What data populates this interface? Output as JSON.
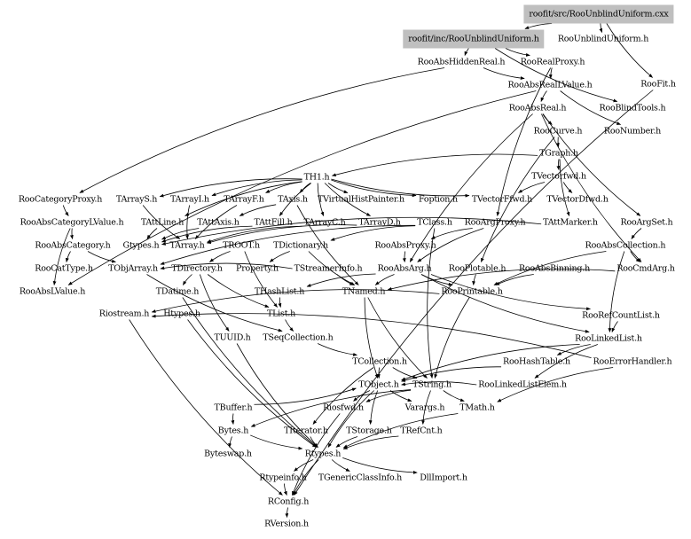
{
  "graph": {
    "roots": [
      "roofit/src/RooUnblindUniform.cxx",
      "roofit/inc/RooUnblindUniform.h"
    ],
    "root_fill": "#bfbfbf",
    "edge_color": "#000000",
    "nodes": [
      "roofit/src/RooUnblindUniform.cxx",
      "roofit/inc/RooUnblindUniform.h",
      "RooUnblindUniform.h",
      "RooAbsHiddenReal.h",
      "RooRealProxy.h",
      "RooFit.h",
      "RooAbsRealLValue.h",
      "RooAbsReal.h",
      "RooBlindTools.h",
      "RooCurve.h",
      "RooNumber.h",
      "TGraph.h",
      "TH1.h",
      "TVectorfwd.h",
      "RooCategoryProxy.h",
      "TArrayS.h",
      "TArrayI.h",
      "TArrayF.h",
      "TAxis.h",
      "TVirtualHistPainter.h",
      "Foption.h",
      "TVectorFfwd.h",
      "TVectorDfwd.h",
      "RooAbsCategoryLValue.h",
      "TAttLine.h",
      "TAttAxis.h",
      "TAttFill.h",
      "TArrayC.h",
      "TArrayD.h",
      "TClass.h",
      "RooArgProxy.h",
      "TAttMarker.h",
      "RooArgSet.h",
      "RooAbsCategory.h",
      "Gtypes.h",
      "TArray.h",
      "TROOT.h",
      "TDictionary.h",
      "RooAbsProxy.h",
      "RooAbsCollection.h",
      "RooCatType.h",
      "TObjArray.h",
      "TDirectory.h",
      "Property.h",
      "TStreamerInfo.h",
      "RooAbsArg.h",
      "RooPlotable.h",
      "RooAbsBinning.h",
      "RooCmdArg.h",
      "RooAbsLValue.h",
      "TDatime.h",
      "THashList.h",
      "TNamed.h",
      "RooPrintable.h",
      "Riostream.h",
      "Htypes.h",
      "TList.h",
      "RooRefCountList.h",
      "TUUID.h",
      "TSeqCollection.h",
      "RooLinkedList.h",
      "TCollection.h",
      "RooHashTable.h",
      "RooErrorHandler.h",
      "TObject.h",
      "TString.h",
      "RooLinkedListElem.h",
      "TBuffer.h",
      "Riosfwd.h",
      "Varargs.h",
      "TMath.h",
      "Bytes.h",
      "TIterator.h",
      "TStorage.h",
      "TRefCnt.h",
      "Byteswap.h",
      "Rtypes.h",
      "Rtypeinfo.h",
      "TGenericClassInfo.h",
      "DllImport.h",
      "RConfig.h",
      "RVersion.h"
    ],
    "edges": [
      [
        "roofit/src/RooUnblindUniform.cxx",
        "roofit/inc/RooUnblindUniform.h"
      ],
      [
        "roofit/src/RooUnblindUniform.cxx",
        "RooFit.h"
      ],
      [
        "roofit/src/RooUnblindUniform.cxx",
        "RooUnblindUniform.h"
      ],
      [
        "roofit/inc/RooUnblindUniform.h",
        "RooAbsHiddenReal.h"
      ],
      [
        "roofit/inc/RooUnblindUniform.h",
        "RooRealProxy.h"
      ],
      [
        "roofit/inc/RooUnblindUniform.h",
        "RooBlindTools.h"
      ],
      [
        "RooAbsHiddenReal.h",
        "RooAbsRealLValue.h"
      ],
      [
        "RooAbsHiddenReal.h",
        "RooCategoryProxy.h"
      ],
      [
        "RooRealProxy.h",
        "RooAbsRealLValue.h"
      ],
      [
        "RooRealProxy.h",
        "RooArgProxy.h"
      ],
      [
        "RooAbsRealLValue.h",
        "RooAbsReal.h"
      ],
      [
        "RooAbsRealLValue.h",
        "RooNumber.h"
      ],
      [
        "RooAbsRealLValue.h",
        "RooAbsLValue.h"
      ],
      [
        "RooAbsReal.h",
        "RooCurve.h"
      ],
      [
        "RooAbsReal.h",
        "RooAbsArg.h"
      ],
      [
        "RooAbsReal.h",
        "RooCmdArg.h"
      ],
      [
        "RooAbsReal.h",
        "RooArgSet.h"
      ],
      [
        "RooCurve.h",
        "TGraph.h"
      ],
      [
        "RooCurve.h",
        "RooPlotable.h"
      ],
      [
        "TGraph.h",
        "TH1.h"
      ],
      [
        "TGraph.h",
        "TVectorfwd.h"
      ],
      [
        "TGraph.h",
        "TAttMarker.h"
      ],
      [
        "TVectorfwd.h",
        "TVectorFfwd.h"
      ],
      [
        "TVectorfwd.h",
        "TVectorDfwd.h"
      ],
      [
        "TH1.h",
        "TArrayS.h"
      ],
      [
        "TH1.h",
        "TArrayI.h"
      ],
      [
        "TH1.h",
        "TArrayF.h"
      ],
      [
        "TH1.h",
        "TAxis.h"
      ],
      [
        "TH1.h",
        "TVirtualHistPainter.h"
      ],
      [
        "TH1.h",
        "Foption.h"
      ],
      [
        "TH1.h",
        "TVectorFfwd.h"
      ],
      [
        "TH1.h",
        "TArrayC.h"
      ],
      [
        "TH1.h",
        "TArrayD.h"
      ],
      [
        "TH1.h",
        "TAttLine.h"
      ],
      [
        "TH1.h",
        "TAttFill.h"
      ],
      [
        "TArrayS.h",
        "TArray.h"
      ],
      [
        "TArrayI.h",
        "TArray.h"
      ],
      [
        "TArrayF.h",
        "TArray.h"
      ],
      [
        "TArrayC.h",
        "TArray.h"
      ],
      [
        "TArrayD.h",
        "TArray.h"
      ],
      [
        "TAxis.h",
        "TAttAxis.h"
      ],
      [
        "TAxis.h",
        "TNamed.h"
      ],
      [
        "TAttLine.h",
        "Gtypes.h"
      ],
      [
        "TAttAxis.h",
        "Gtypes.h"
      ],
      [
        "TAttFill.h",
        "Gtypes.h"
      ],
      [
        "TAttMarker.h",
        "Gtypes.h"
      ],
      [
        "RooCategoryProxy.h",
        "RooAbsCategoryLValue.h"
      ],
      [
        "RooAbsCategoryLValue.h",
        "RooAbsCategory.h"
      ],
      [
        "RooAbsCategoryLValue.h",
        "RooAbsLValue.h"
      ],
      [
        "RooAbsCategory.h",
        "RooCatType.h"
      ],
      [
        "RooAbsCategory.h",
        "TObjArray.h"
      ],
      [
        "RooArgProxy.h",
        "RooAbsProxy.h"
      ],
      [
        "RooArgProxy.h",
        "RooAbsArg.h"
      ],
      [
        "RooAbsProxy.h",
        "RooAbsArg.h"
      ],
      [
        "RooArgSet.h",
        "RooAbsCollection.h"
      ],
      [
        "RooAbsCollection.h",
        "RooPrintable.h"
      ],
      [
        "RooAbsCollection.h",
        "RooLinkedList.h"
      ],
      [
        "RooAbsCollection.h",
        "RooCmdArg.h"
      ],
      [
        "RooAbsArg.h",
        "TNamed.h"
      ],
      [
        "RooAbsArg.h",
        "THashList.h"
      ],
      [
        "RooAbsArg.h",
        "RooPrintable.h"
      ],
      [
        "RooAbsArg.h",
        "RooRefCountList.h"
      ],
      [
        "RooAbsArg.h",
        "RooLinkedList.h"
      ],
      [
        "RooAbsBinning.h",
        "RooPrintable.h"
      ],
      [
        "RooPlotable.h",
        "RooPrintable.h"
      ],
      [
        "RooCmdArg.h",
        "TNamed.h"
      ],
      [
        "RooRefCountList.h",
        "RooLinkedList.h"
      ],
      [
        "RooLinkedList.h",
        "RooHashTable.h"
      ],
      [
        "RooLinkedList.h",
        "RooLinkedListElem.h"
      ],
      [
        "RooLinkedList.h",
        "TObject.h"
      ],
      [
        "RooHashTable.h",
        "TObject.h"
      ],
      [
        "RooLinkedListElem.h",
        "TObject.h"
      ],
      [
        "RooErrorHandler.h",
        "Riostream.h"
      ],
      [
        "RooErrorHandler.h",
        "TMath.h"
      ],
      [
        "RooPrintable.h",
        "Riostream.h"
      ],
      [
        "RooPrintable.h",
        "TString.h"
      ],
      [
        "TClass.h",
        "TDictionary.h"
      ],
      [
        "TClass.h",
        "TObjArray.h"
      ],
      [
        "TClass.h",
        "TString.h"
      ],
      [
        "TDictionary.h",
        "TNamed.h"
      ],
      [
        "TDictionary.h",
        "Property.h"
      ],
      [
        "TROOT.h",
        "TDirectory.h"
      ],
      [
        "TROOT.h",
        "TList.h"
      ],
      [
        "TDirectory.h",
        "TDatime.h"
      ],
      [
        "TDirectory.h",
        "TUUID.h"
      ],
      [
        "TDirectory.h",
        "TList.h"
      ],
      [
        "TStreamerInfo.h",
        "TNamed.h"
      ],
      [
        "TStreamerInfo.h",
        "TObjArray.h"
      ],
      [
        "TObjArray.h",
        "TSeqCollection.h"
      ],
      [
        "THashList.h",
        "TList.h"
      ],
      [
        "TList.h",
        "TSeqCollection.h"
      ],
      [
        "TSeqCollection.h",
        "TCollection.h"
      ],
      [
        "TCollection.h",
        "TObject.h"
      ],
      [
        "TCollection.h",
        "TIterator.h"
      ],
      [
        "TCollection.h",
        "TString.h"
      ],
      [
        "TNamed.h",
        "TObject.h"
      ],
      [
        "TNamed.h",
        "TString.h"
      ],
      [
        "TObject.h",
        "Riosfwd.h"
      ],
      [
        "TObject.h",
        "Varargs.h"
      ],
      [
        "TObject.h",
        "TStorage.h"
      ],
      [
        "TObject.h",
        "Rtypes.h"
      ],
      [
        "TString.h",
        "TRefCnt.h"
      ],
      [
        "TString.h",
        "TMath.h"
      ],
      [
        "TString.h",
        "Riosfwd.h"
      ],
      [
        "TString.h",
        "Bytes.h"
      ],
      [
        "TDatime.h",
        "Rtypes.h"
      ],
      [
        "Htypes.h",
        "Rtypes.h"
      ],
      [
        "TUUID.h",
        "Rtypes.h"
      ],
      [
        "TBuffer.h",
        "Bytes.h"
      ],
      [
        "TBuffer.h",
        "TObject.h"
      ],
      [
        "Bytes.h",
        "Byteswap.h"
      ],
      [
        "Bytes.h",
        "Rtypes.h"
      ],
      [
        "TIterator.h",
        "Rtypes.h"
      ],
      [
        "TStorage.h",
        "Rtypes.h"
      ],
      [
        "TRefCnt.h",
        "Rtypes.h"
      ],
      [
        "TMath.h",
        "Rtypes.h"
      ],
      [
        "Riostream.h",
        "RConfig.h"
      ],
      [
        "Riosfwd.h",
        "RConfig.h"
      ],
      [
        "Rtypes.h",
        "Rtypeinfo.h"
      ],
      [
        "Rtypes.h",
        "TGenericClassInfo.h"
      ],
      [
        "Rtypes.h",
        "DllImport.h"
      ],
      [
        "Rtypes.h",
        "RConfig.h"
      ],
      [
        "Rtypeinfo.h",
        "RConfig.h"
      ],
      [
        "RConfig.h",
        "RVersion.h"
      ],
      [
        "RooFit.h",
        "RConfig.h"
      ]
    ]
  }
}
